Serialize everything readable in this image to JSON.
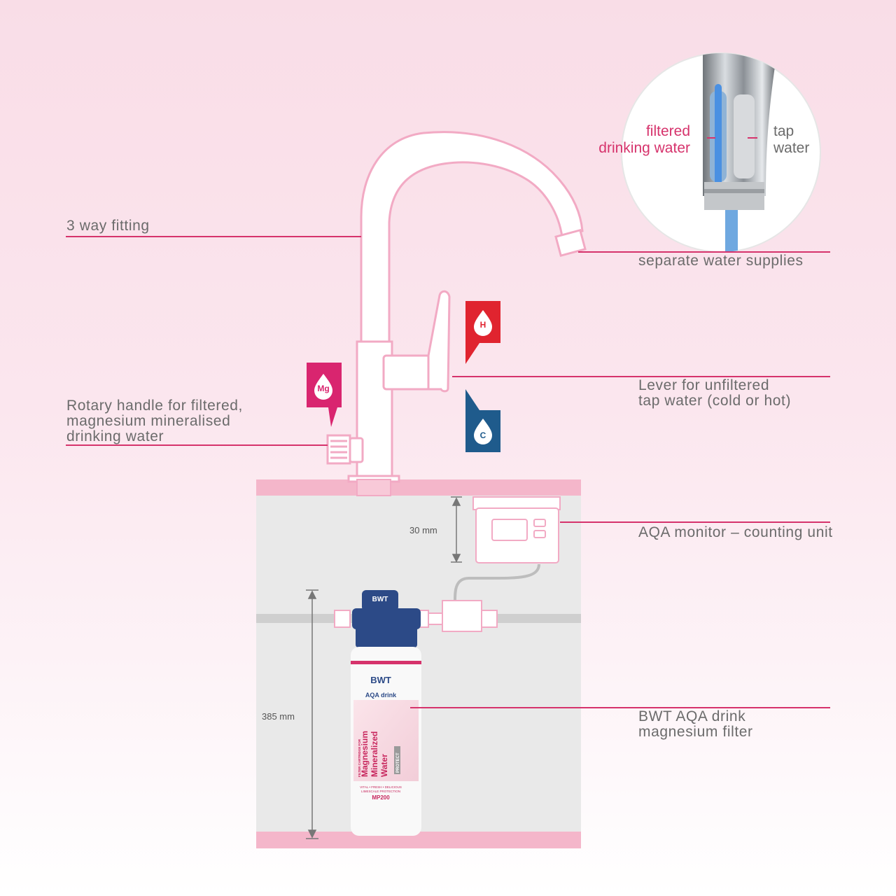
{
  "callouts": {
    "fitting": "3 way fitting",
    "supplies": "separate water supplies",
    "lever": [
      "Lever for unfiltered",
      "tap water (cold or hot)"
    ],
    "rotary": [
      "Rotary handle for filtered,",
      "magnesium mineralised",
      "drinking water"
    ],
    "monitor": "AQA monitor – counting unit",
    "filter": [
      "BWT AQA drink",
      "magnesium filter"
    ]
  },
  "inset": {
    "filtered": [
      "filtered",
      "drinking water"
    ],
    "tap": [
      "tap",
      "water"
    ]
  },
  "badges": {
    "mg": "Mg",
    "hot": "H",
    "cold": "C"
  },
  "dimensions": {
    "monitor_gap": "30 mm",
    "filter_height": "385 mm"
  },
  "cartridge": {
    "brand": "BWT",
    "product": "AQA drink",
    "tagline_small": "FILTER CARTRIDGE FOR",
    "name": [
      "Magnesium",
      "Mineralized",
      "Water"
    ],
    "protect": "PROTECT",
    "features": [
      "VITAL • FRESH • DELICIOUS",
      "LIMESCALE PROTECTION"
    ],
    "model": "MP200",
    "cap_brand": "BWT"
  },
  "colors": {
    "accent": "#d6336c",
    "hot": "#e0242f",
    "cold": "#1f5b8c",
    "mg": "#d9256f",
    "outline": "#f2aac4",
    "cabinet": "#e9e9e9",
    "counter": "#f4b6ca",
    "cap": "#2c4a87"
  },
  "icons": [
    "mg-drop-icon",
    "hot-drop-icon",
    "cold-drop-icon"
  ]
}
